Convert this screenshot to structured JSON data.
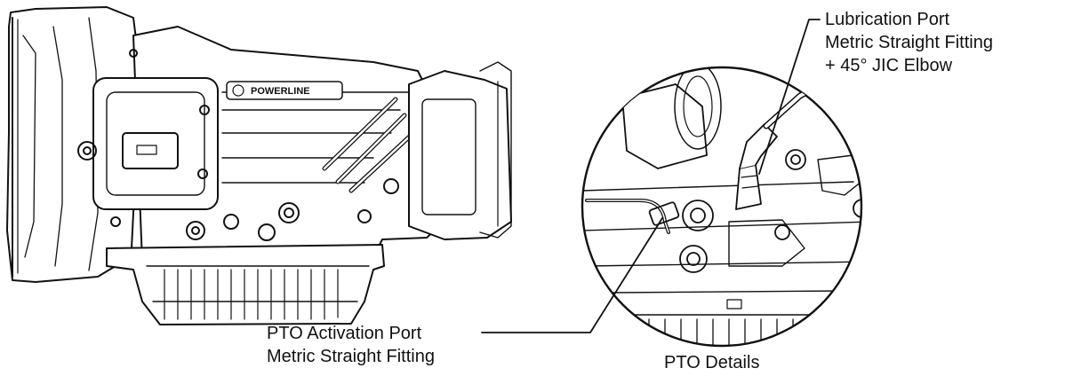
{
  "callouts": {
    "lubrication": {
      "line1": "Lubrication Port",
      "line2": "Metric Straight Fitting",
      "line3": "+ 45° JIC Elbow"
    },
    "pto_activation": {
      "line1": "PTO Activation Port",
      "line2": "Metric Straight Fitting"
    },
    "pto_details_caption": "PTO Details"
  },
  "housing_brand": "POWERLINE",
  "colors": {
    "ink": "#111111",
    "paper": "#ffffff"
  }
}
